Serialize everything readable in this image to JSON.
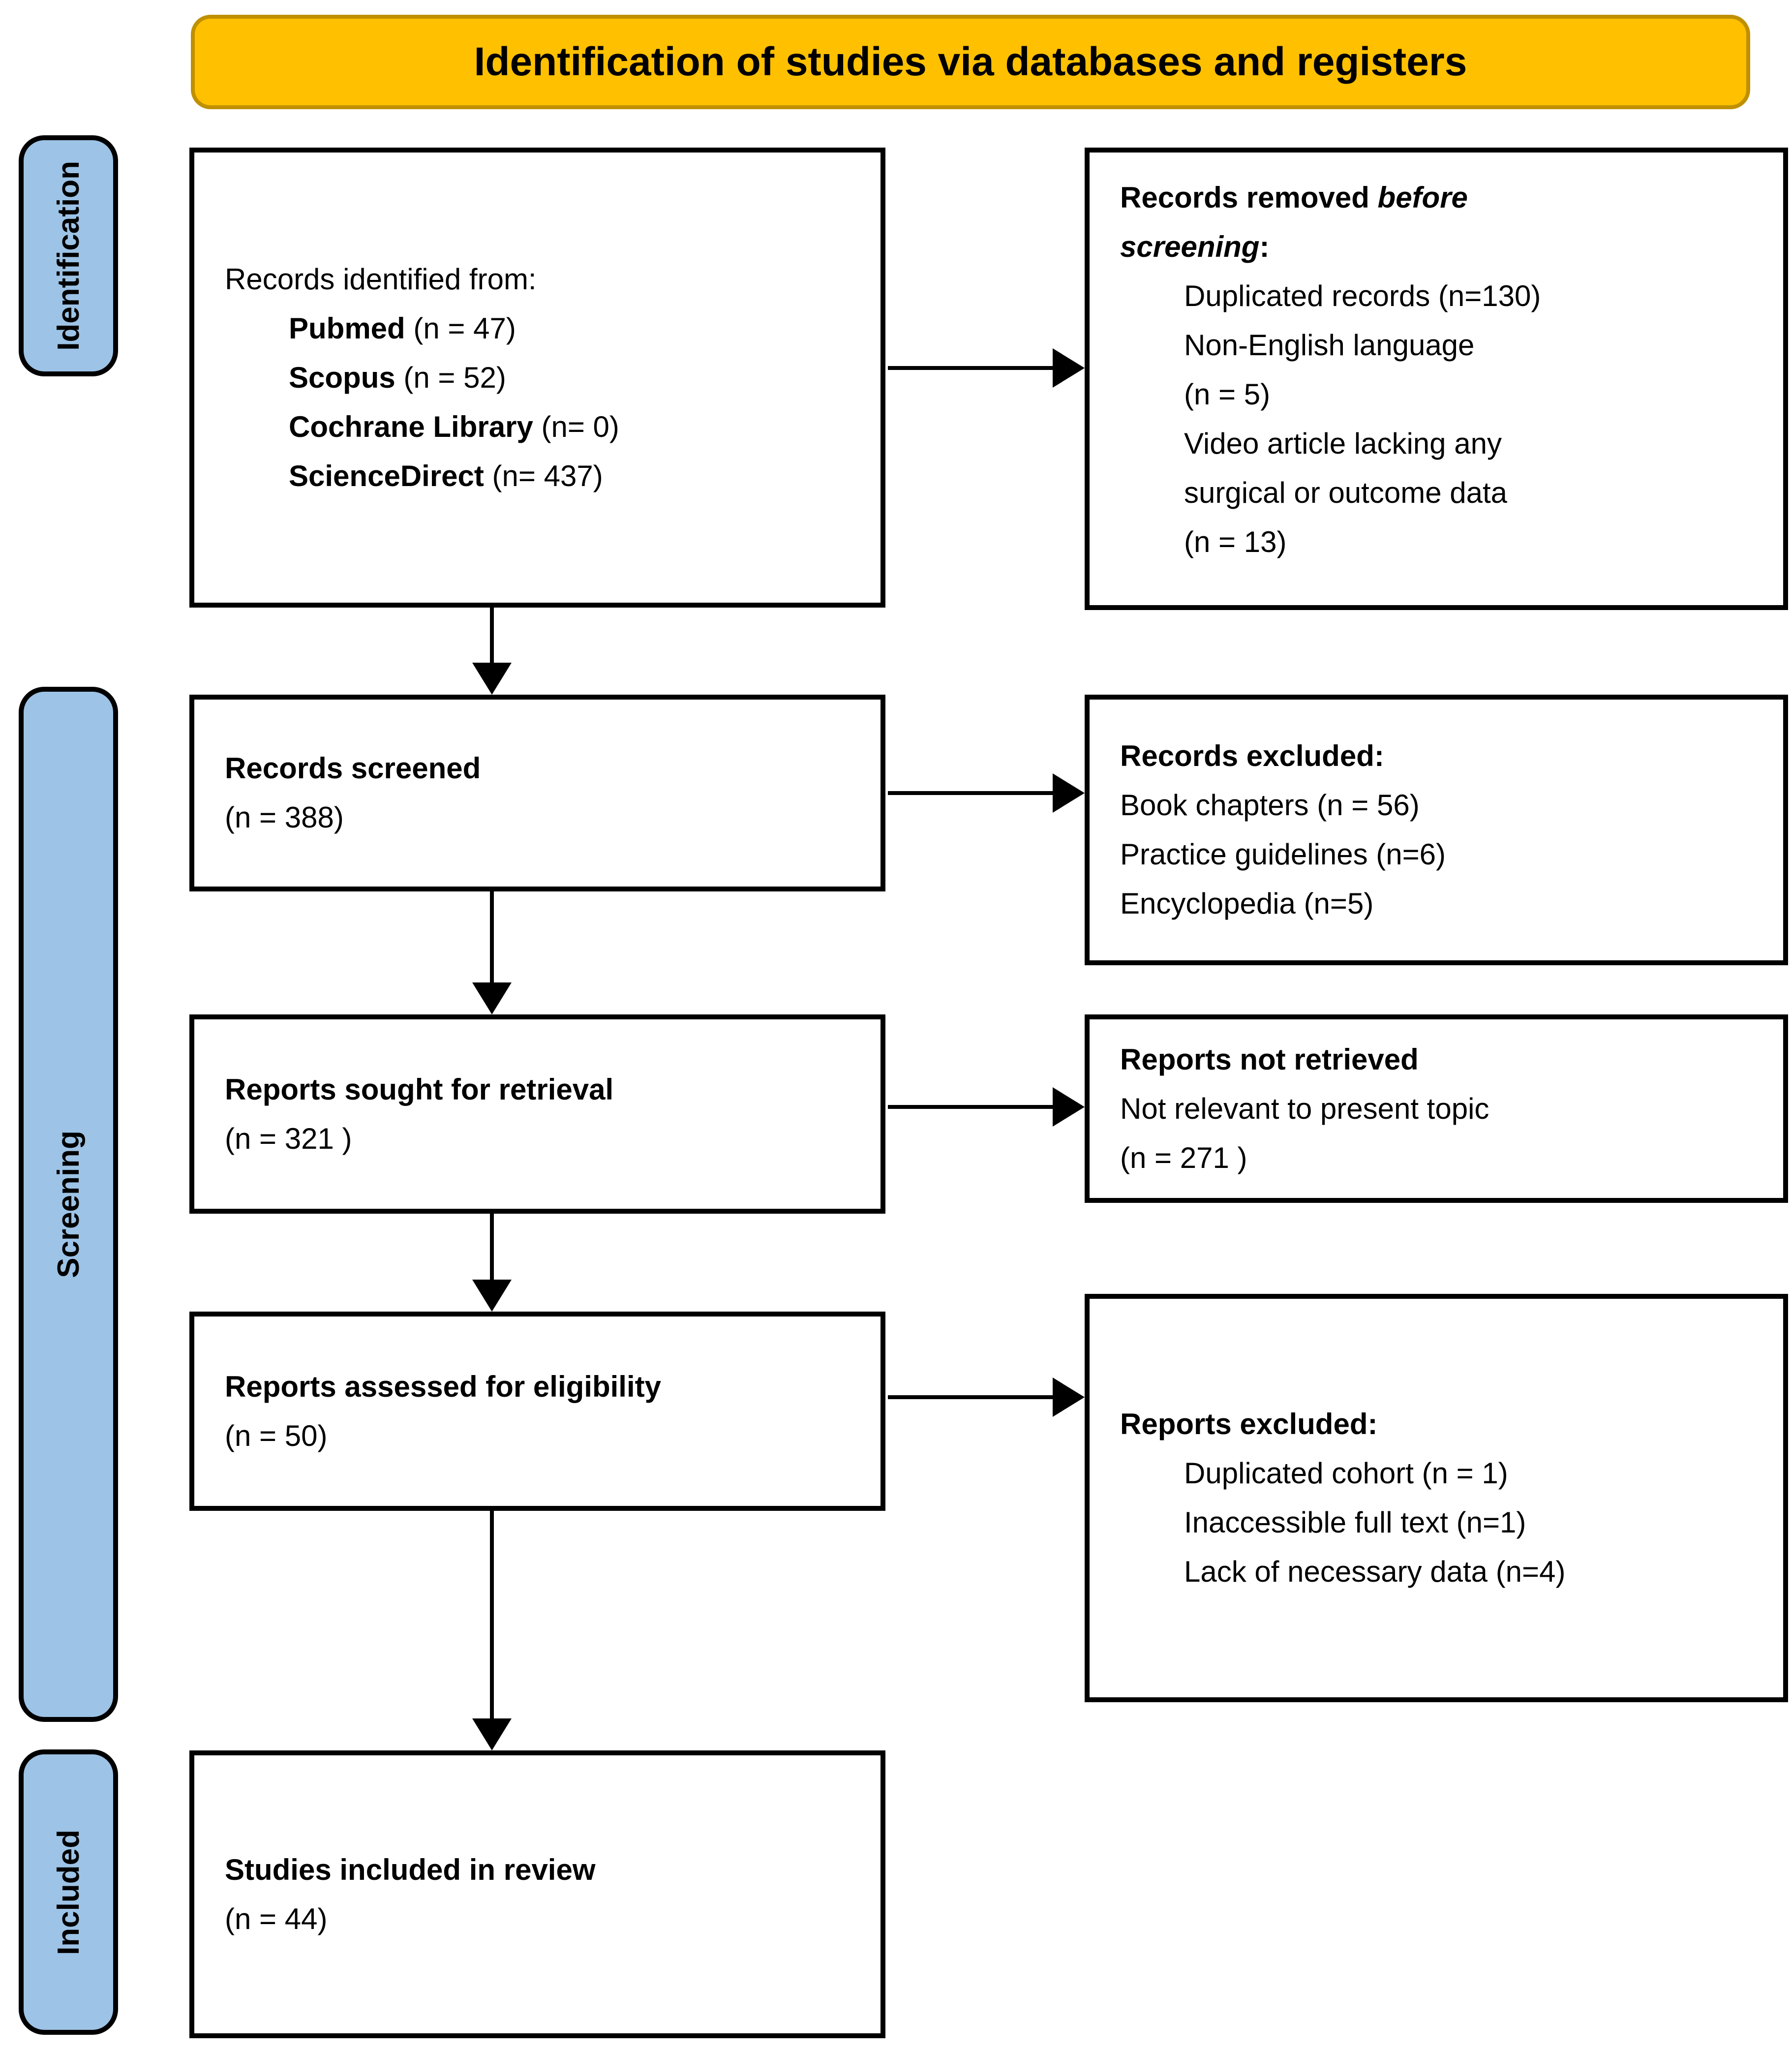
{
  "banner": {
    "title": "Identification of studies via databases and registers"
  },
  "sidebar": {
    "identification": "Identification",
    "screening": "Screening",
    "included": "Included"
  },
  "boxes": {
    "identified": {
      "intro": "Records identified from:",
      "items": [
        {
          "source": "Pubmed",
          "count": " (n = 47)"
        },
        {
          "source": "Scopus",
          "count": " (n = 52)"
        },
        {
          "source": "Cochrane Library",
          "count": " (n= 0)"
        },
        {
          "source": "ScienceDirect",
          "count": " (n= 437)"
        }
      ]
    },
    "removed": {
      "heading_bold": "Records removed ",
      "heading_bold_italic": "before screening",
      "heading_colon": ":",
      "lines": [
        "Duplicated records (n=130)",
        "Non-English language",
        "(n = 5)",
        "Video article lacking any",
        "surgical or outcome data",
        "(n = 13)"
      ]
    },
    "screened": {
      "title": "Records screened",
      "count": "(n = 388)"
    },
    "records_excluded": {
      "title": "Records excluded:",
      "lines": [
        "Book chapters (n = 56)",
        "Practice guidelines (n=6)",
        "Encyclopedia (n=5)"
      ]
    },
    "sought": {
      "title": "Reports sought for retrieval",
      "count": "(n = 321 )"
    },
    "not_retrieved": {
      "title": "Reports not retrieved",
      "reason": "Not relevant to present topic",
      "count": "(n = 271 )"
    },
    "assessed": {
      "title": "Reports assessed for eligibility",
      "count": "(n = 50)"
    },
    "reports_excluded": {
      "title": "Reports excluded:",
      "lines": [
        "Duplicated cohort (n = 1)",
        "Inaccessible full text (n=1)",
        "Lack of necessary data (n=4)"
      ]
    },
    "included_box": {
      "title": "Studies included in review",
      "count": "(n = 44)"
    }
  },
  "colors": {
    "banner_fill": "#FFC000",
    "banner_border": "#BF9000",
    "sidebar_fill": "#9DC3E6",
    "box_border": "#000000"
  }
}
